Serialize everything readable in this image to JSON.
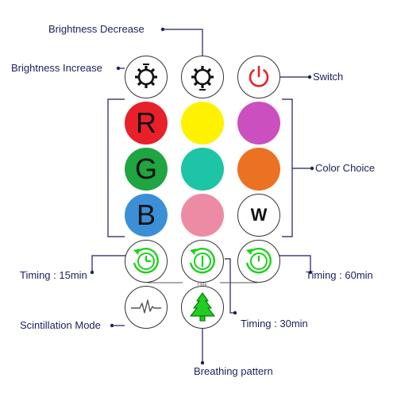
{
  "labels": {
    "brightness_decrease": "Brightness Decrease",
    "brightness_increase": "Brightness Increase",
    "switch": "Switch",
    "color_choice": "Color Choice",
    "timing_15": "Timing : 15min",
    "timing_60": "Timing : 60min",
    "timing_30": "Timing : 30min",
    "scintillation": "Scintillation Mode",
    "breathing": "Breathing pattern"
  },
  "buttons": {
    "red_letter": "R",
    "green_letter": "G",
    "blue_letter": "B",
    "white_letter": "W",
    "time_tag": "TIME"
  },
  "colors": {
    "red": "#e8202a",
    "yellow": "#fff200",
    "magenta": "#cc4fc0",
    "green": "#1fa541",
    "teal": "#1dc4a6",
    "orange": "#ec7223",
    "blue": "#3b8fd6",
    "pink": "#ed8ba5",
    "white": "#ffffff",
    "power_icon": "#e8202a",
    "timer_icon": "#1bd11b",
    "tree_icon": "#22cc22",
    "line": "#1c1f5c"
  },
  "icons": {
    "brightness_increase": "sun-gear-icon",
    "brightness_decrease": "sun-gear-icon",
    "switch": "power-icon",
    "timer": "timer-clock-icon",
    "scintillation": "pulse-wave-icon",
    "breathing": "pine-tree-icon"
  }
}
